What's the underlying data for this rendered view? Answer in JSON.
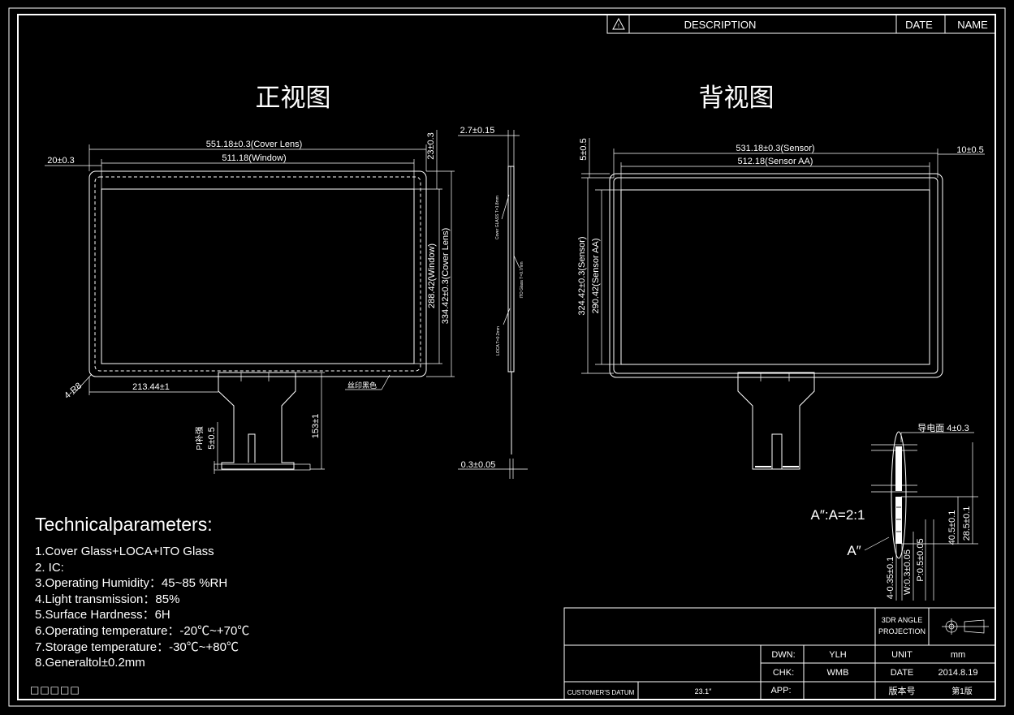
{
  "revision_table": {
    "description": "DESCRIPTION",
    "date": "DATE",
    "name": "NAME"
  },
  "front_view": {
    "title": "正视图",
    "cover_lens_width": "551.18±0.3(Cover Lens)",
    "window_width": "511.18(Window)",
    "left_margin": "20±0.3",
    "top_margin": "23±0.3",
    "window_height": "288.42(Window)",
    "cover_lens_height": "334.42±0.3(Cover Lens)",
    "corner_radius": "4-R8",
    "fpc_offset": "213.44±1",
    "silk_print": "丝印黑色",
    "fpc_length": "153±1",
    "pi_stiffener": "PI补强",
    "pi_stiffener_value": "5±0.5"
  },
  "side_view": {
    "total_thickness": "2.7±0.15",
    "bottom_thickness": "0.3±0.05",
    "cover_glass_note": "Cover GLASS T=1.8mm",
    "ito_glass_note": "ITO Glass T=0.7mm",
    "loca_note": "LOCA T=0.2mm"
  },
  "back_view": {
    "title": "背视图",
    "sensor_width": "531.18±0.3(Sensor)",
    "sensor_aa_width": "512.18(Sensor AA)",
    "top_margin": "5±0.5",
    "right_margin": "10±0.5",
    "sensor_height": "324.42±0.3(Sensor)",
    "sensor_aa_height": "290.42(Sensor AA)"
  },
  "detail_a": {
    "label": "A″:A=2:1",
    "marker": "A″",
    "conductive_surface": "导电面 4±0.3",
    "dim_40_5": "40.5±0.1",
    "dim_28_5": "28.5±0.1",
    "dim_4_0_35": "4-0.35±0.1",
    "dim_w": "W:0.3±0.05",
    "dim_p": "P:0.5±0.05"
  },
  "technical": {
    "title": "Technicalparameters:",
    "items": [
      "1.Cover Glass+LOCA+ITO Glass",
      "2. IC:",
      "3.Operating Humidity：45~85 %RH",
      "4.Light transmission：85%",
      "5.Surface Hardness：6H",
      "6.Operating temperature：-20℃~+70℃",
      "7.Storage temperature：-30℃~+80℃",
      "8.Generaltol±0.2mm"
    ]
  },
  "title_block": {
    "projection": [
      "3DR  ANGLE",
      "PROJECTION"
    ],
    "dwn_label": "DWN:",
    "dwn_value": "YLH",
    "unit_label": "UNIT",
    "unit_value": "mm",
    "chk_label": "CHK:",
    "chk_value": "WMB",
    "date_label": "DATE",
    "date_value": "2014.8.19",
    "app_label": "APP:",
    "version_label": "版本号",
    "version_value": "第1版",
    "customer_datum": "CUSTOMER'S DATUM",
    "size": "23.1″"
  },
  "footer_boxes": "□□□□□"
}
